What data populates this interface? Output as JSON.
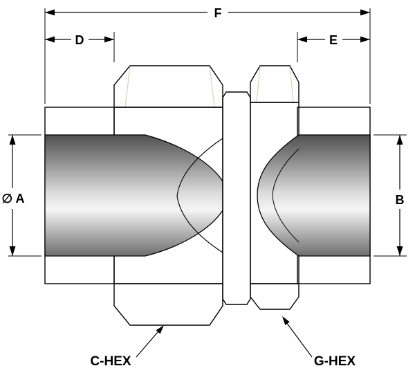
{
  "drawing": {
    "type": "technical-drawing",
    "dim_labels": {
      "overall_length": "F",
      "left_depth": "D",
      "right_depth": "E",
      "left_diameter": "∅ A",
      "right_diameter": "B"
    },
    "callouts": {
      "large_nut": "C-HEX",
      "small_nut": "G-HEX"
    },
    "colors": {
      "background": "#ffffff",
      "outline": "#000000",
      "hatch_fill": "#dcdcdc",
      "hatch_stroke": "#707070",
      "body_cream": "#efe9d6",
      "hex_face_cream": "#f6f1e1",
      "dark_nut": "#5a594f",
      "bore_highlight": "#f5f5f5",
      "bore_shadow": "#4f4f4f"
    }
  }
}
